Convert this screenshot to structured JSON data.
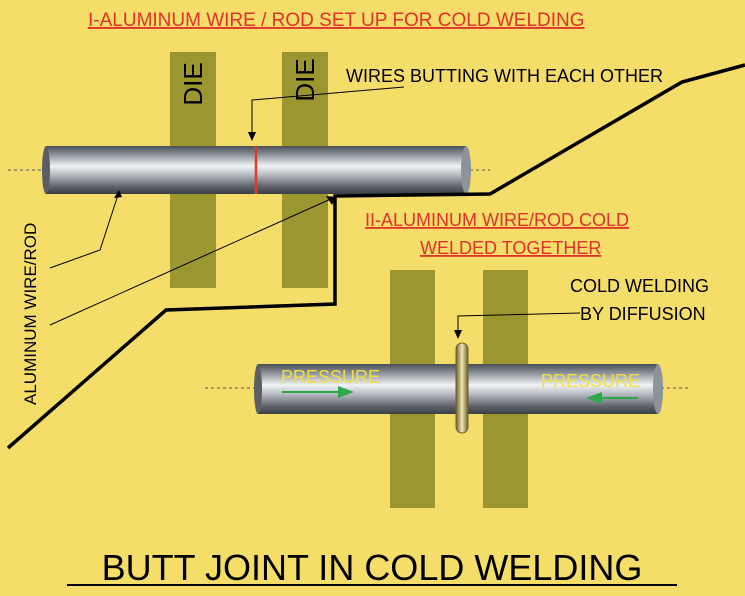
{
  "title_top": "I-ALUMINUM WIRE / ROD SET UP FOR COLD WELDING",
  "die_label_1": "DIE",
  "die_label_2": "DIE",
  "label_butting": "WIRES BUTTING WITH EACH OTHER",
  "label_wire_rod": "ALUMINUM WIRE/ROD",
  "title_section2_line1": "II-ALUMINUM WIRE/ROD COLD",
  "title_section2_line2": "WELDED TOGETHER",
  "label_diffusion_line1": "COLD WELDING",
  "label_diffusion_line2": "BY DIFFUSION",
  "label_pressure_left": "PRESSURE",
  "label_pressure_right": "PRESSURE",
  "main_title": "BUTT JOINT IN COLD WELDING",
  "colors": {
    "background": "#f5dd6a",
    "die": "#9b9630",
    "title_red": "#e0322a",
    "pressure_text": "#f0e044",
    "arrow_green": "#2fa84a",
    "weld_line": "#e03a2a",
    "divider": "#000000"
  }
}
